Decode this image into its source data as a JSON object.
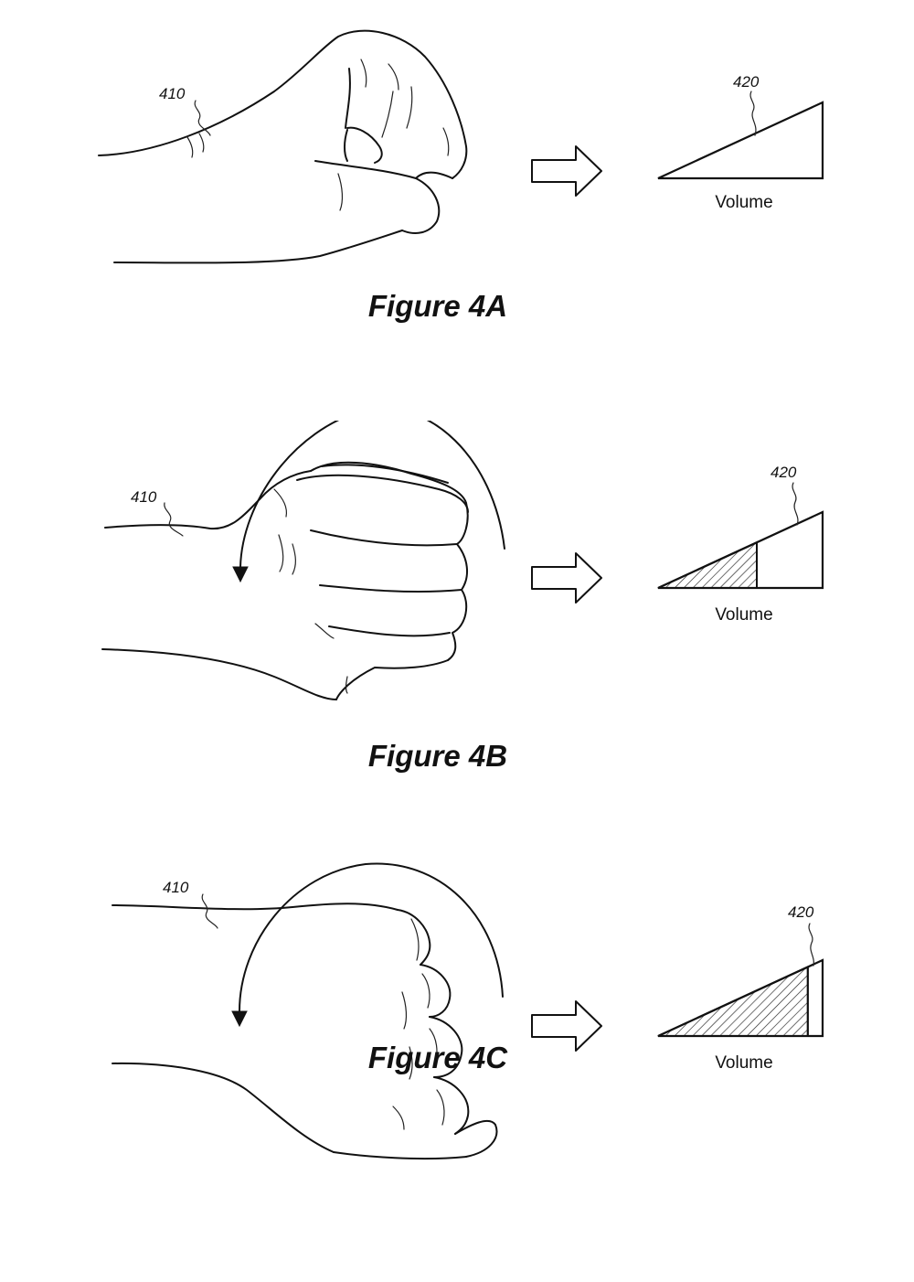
{
  "figures": [
    {
      "caption": "Figure 4A",
      "hand_ref": "410",
      "indicator_ref": "420",
      "indicator_label": "Volume",
      "volume_level": 0.0
    },
    {
      "caption": "Figure 4B",
      "hand_ref": "410",
      "indicator_ref": "420",
      "indicator_label": "Volume",
      "volume_level": 0.6
    },
    {
      "caption": "Figure 4C",
      "hand_ref": "410",
      "indicator_ref": "420",
      "indicator_label": "Volume",
      "volume_level": 0.91
    }
  ]
}
